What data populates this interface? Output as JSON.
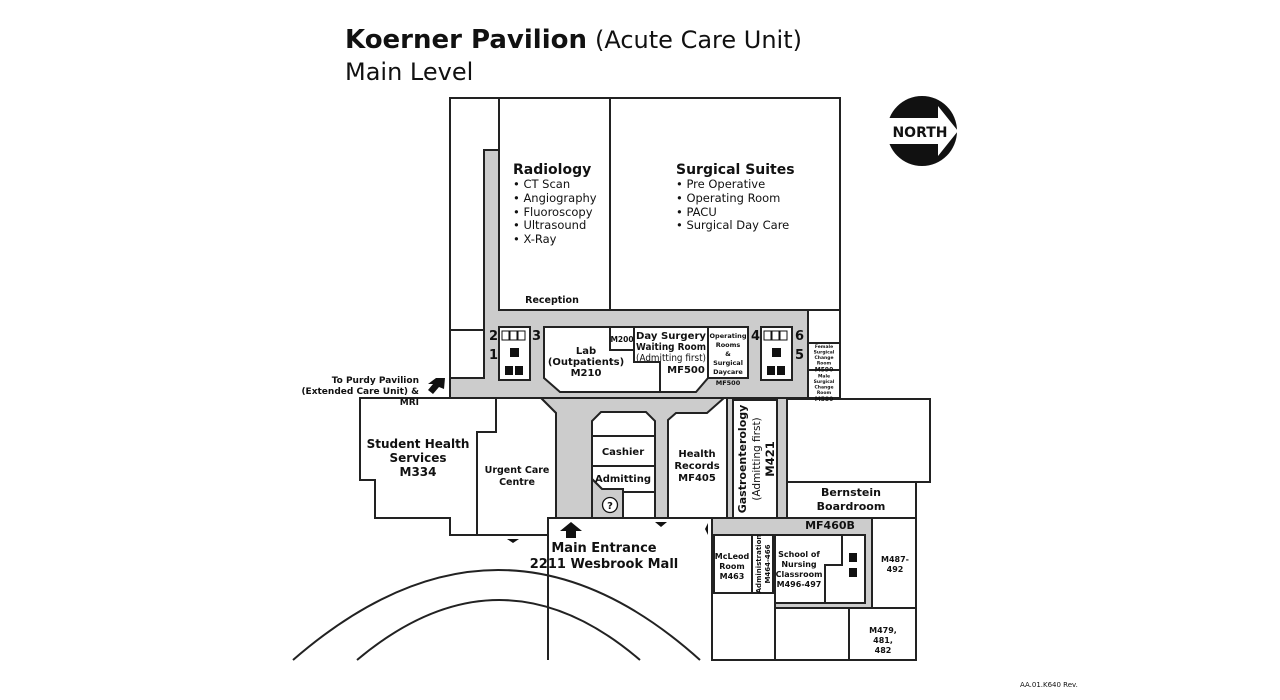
{
  "header": {
    "building": "Koerner Pavilion",
    "unit": "(Acute Care Unit)",
    "level": "Main Level"
  },
  "north_label": "NORTH",
  "rooms": {
    "radiology": {
      "title": "Radiology",
      "items": [
        "• CT Scan",
        "• Angiography",
        "• Fluoroscopy",
        "• Ultrasound",
        "• X-Ray"
      ]
    },
    "surgical": {
      "title": "Surgical Suites",
      "items": [
        "• Pre Operative",
        "• Operating Room",
        "• PACU",
        "• Surgical Day Care"
      ]
    },
    "reception": "Reception",
    "lab": [
      "Lab",
      "(Outpatients)",
      "M210"
    ],
    "m200": "M200",
    "day_surgery": [
      "Day Surgery",
      "Waiting Room",
      "(Admitting first)",
      "MF500"
    ],
    "operating_rooms": [
      "Operating",
      "Rooms",
      "&",
      "Surgical",
      "Daycare",
      "MF500"
    ],
    "female_change": [
      "Female",
      "Surgical",
      "Change",
      "Room",
      "M590"
    ],
    "male_change": [
      "Male",
      "Surgical",
      "Change",
      "Room",
      "M580"
    ],
    "student_health": [
      "Student Health",
      "Services",
      "M334"
    ],
    "urgent_care": [
      "Urgent Care",
      "Centre"
    ],
    "cashier": "Cashier",
    "admitting": "Admitting",
    "health_records": [
      "Health",
      "Records",
      "MF405"
    ],
    "gastro": [
      "Gastroenterology",
      "(Admitting first)",
      "M421"
    ],
    "bernstein": [
      "Bernstein",
      "Boardroom",
      "MF460B"
    ],
    "mcleod": [
      "McLeod",
      "Room",
      "M463"
    ],
    "administration": [
      "Administration",
      "M464-466"
    ],
    "nursing": [
      "School of",
      "Nursing",
      "Classroom",
      "M496-497"
    ],
    "m487": [
      "M487-",
      "492"
    ],
    "m479": [
      "M479,",
      "481,",
      "482"
    ]
  },
  "elevator_numbers": [
    "1",
    "2",
    "3",
    "4",
    "5",
    "6"
  ],
  "purdy": [
    "To Purdy Pavilion",
    "(Extended Care Unit) &",
    "MRI"
  ],
  "entrance": [
    "Main Entrance",
    "2211 Wesbrook Mall"
  ],
  "info_symbol": "?",
  "footer_code": "AA.01.K640  Rev."
}
